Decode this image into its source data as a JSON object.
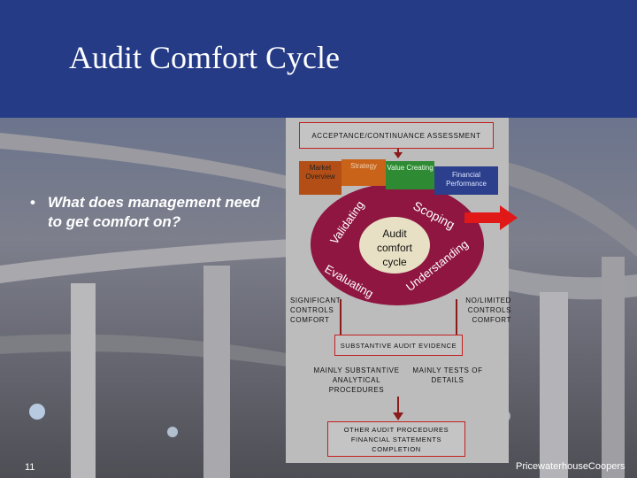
{
  "slide": {
    "title": "Audit Comfort Cycle",
    "bullet": "What does management need to get comfort on?",
    "page_number": "11",
    "brand": "PricewaterhouseCoopers"
  },
  "diagram": {
    "top_box": "ACCEPTANCE/CONTINUANCE ASSESSMENT",
    "tabs": [
      "Market Overview",
      "Strategy",
      "Value Creating",
      "Financial Performance"
    ],
    "cycle": {
      "center": "Audit comfort cycle",
      "stages": [
        "Scoping",
        "Understanding",
        "Evaluating",
        "Validating"
      ]
    },
    "left_label": "SIGNIFICANT CONTROLS COMFORT",
    "right_label": "NO/LIMITED CONTROLS COMFORT",
    "evidence_box": "SUBSTANTIVE AUDIT EVIDENCE",
    "left_procedures": "MAINLY SUBSTANTIVE ANALYTICAL PROCEDURES",
    "right_procedures": "MAINLY TESTS OF DETAILS",
    "bottom_box": "OTHER AUDIT PROCEDURES FINANCIAL STATEMENTS COMPLETION"
  },
  "colors": {
    "header": "#253b86",
    "arrow_red": "#e01818",
    "ring": "#8e1640",
    "tab_orange": "#c9631a",
    "tab_darkorange": "#b34f16",
    "tab_green": "#2f8a34",
    "tab_blue": "#2b3f8c"
  }
}
